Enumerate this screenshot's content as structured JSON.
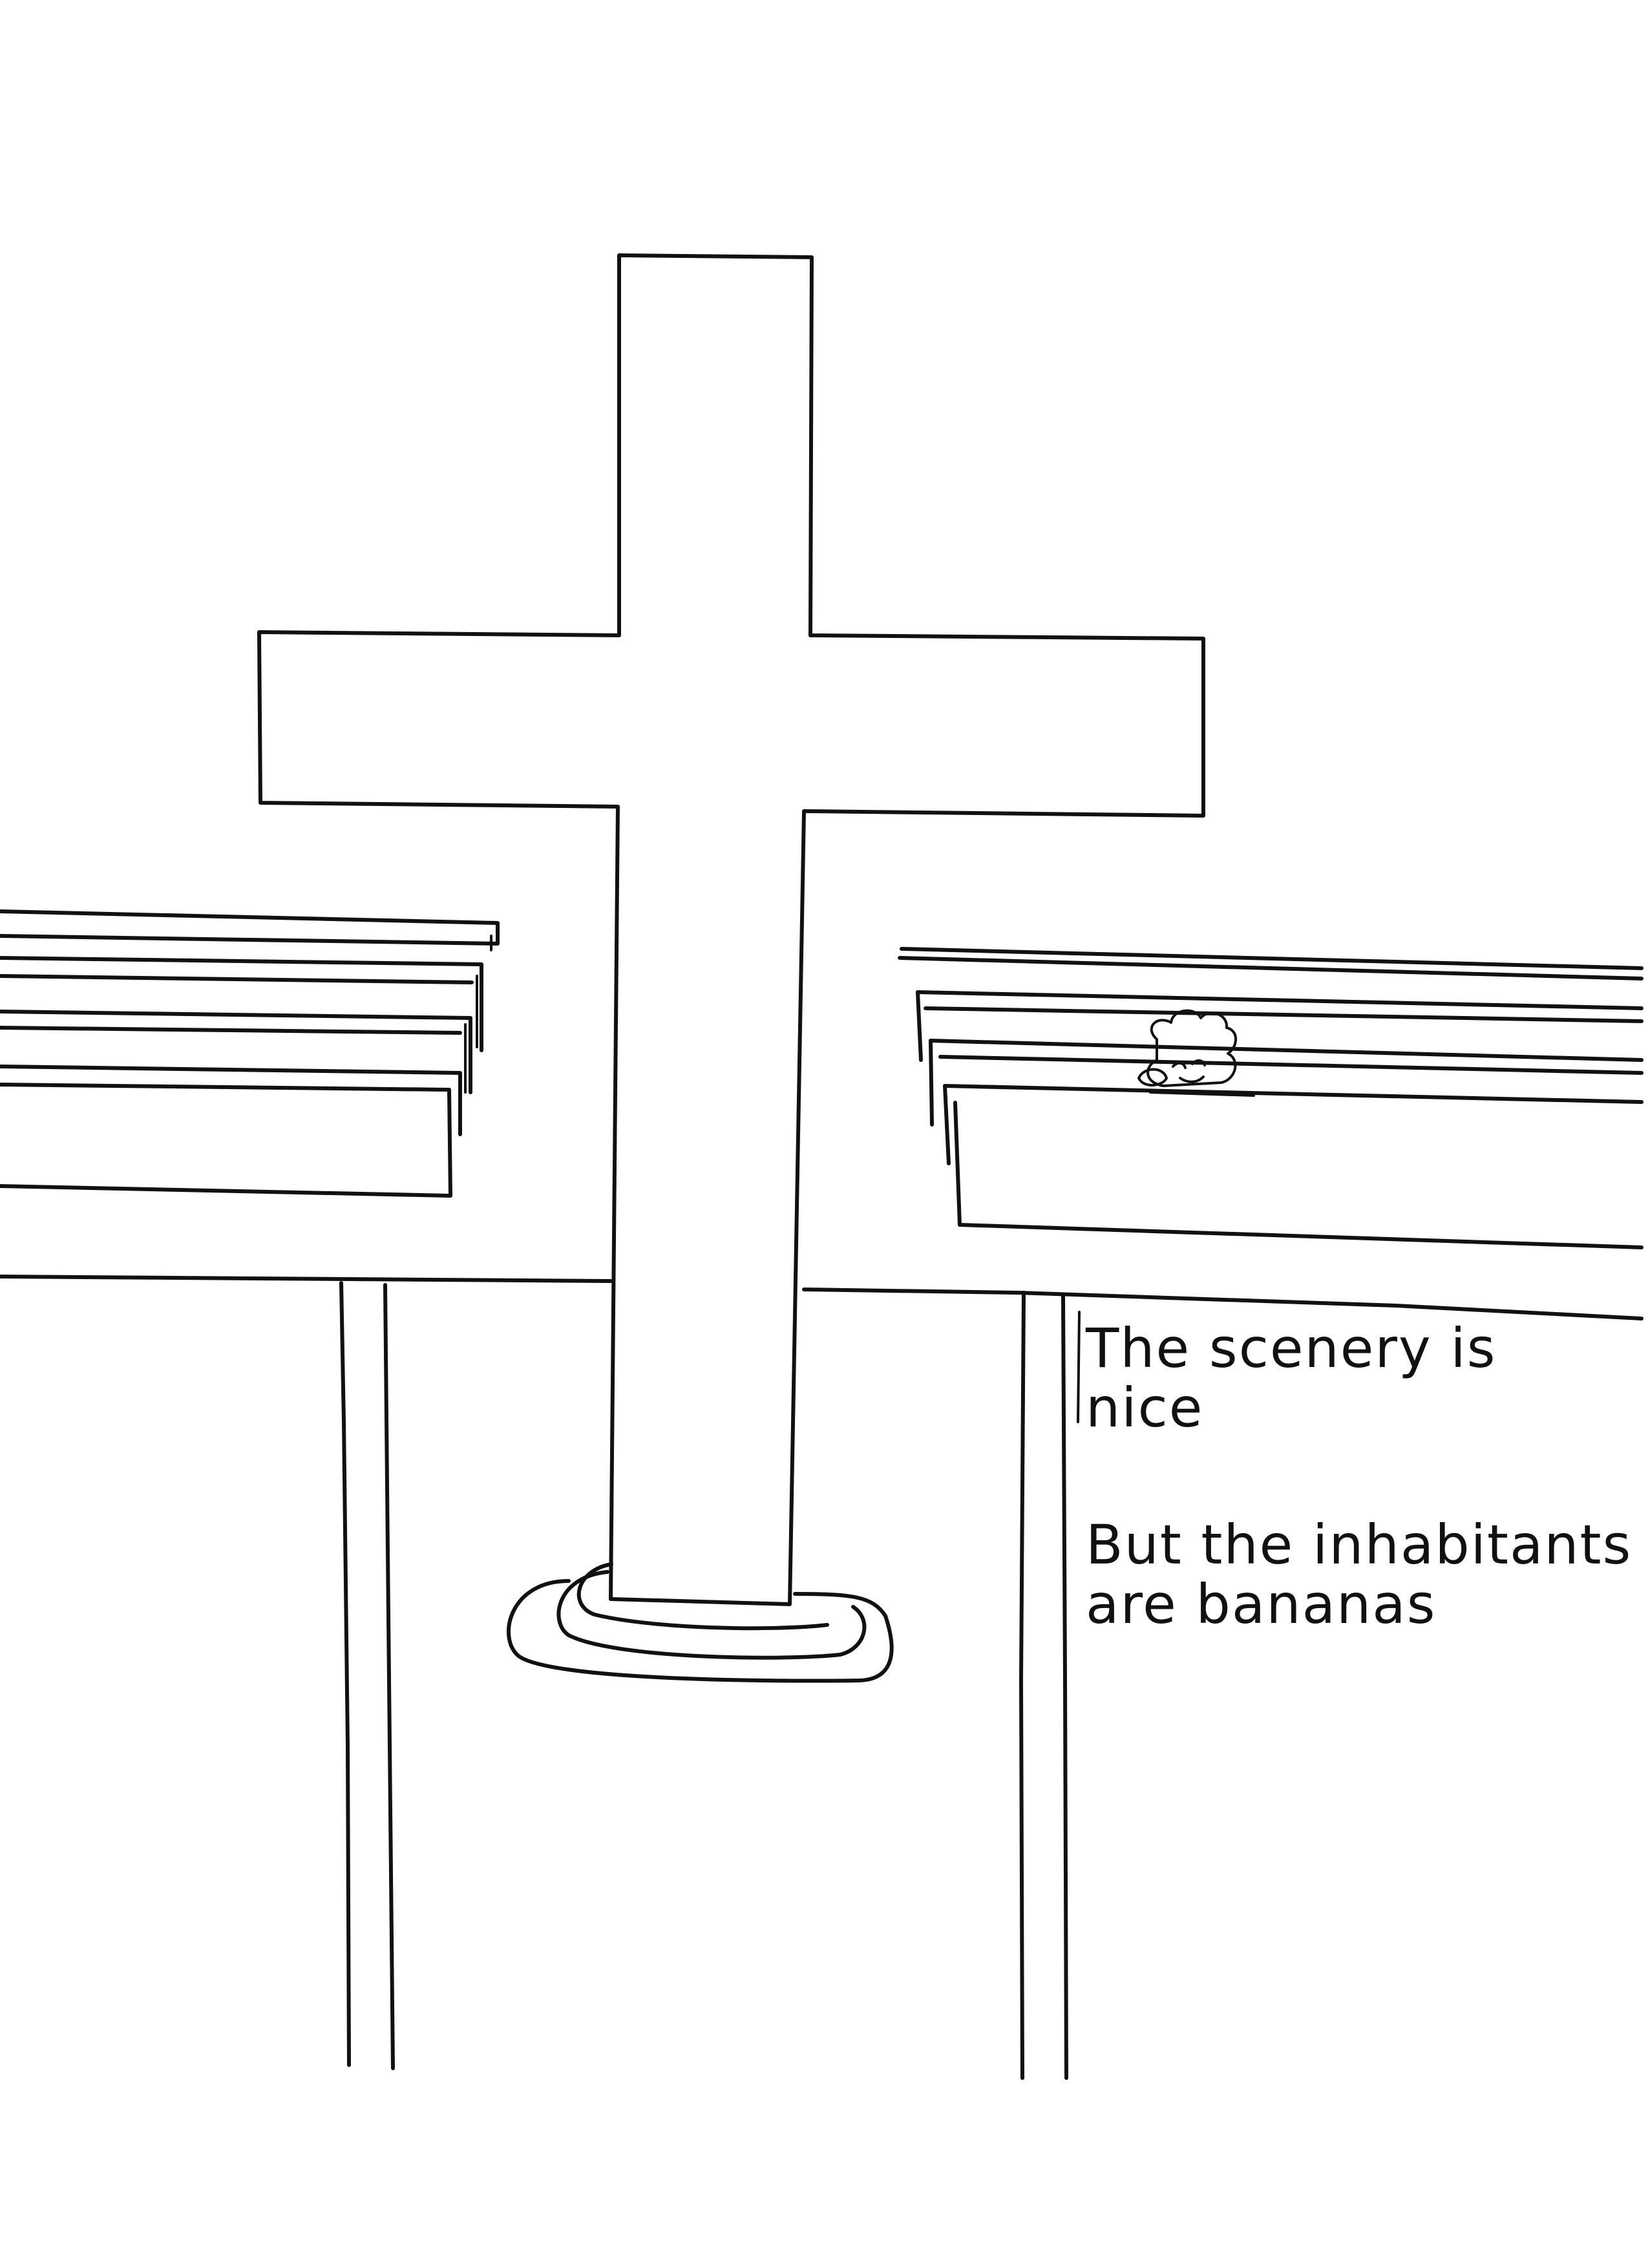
{
  "caption": {
    "line1": "The scenery is",
    "line2": "nice",
    "line3": "But the inhabitants",
    "line4": "are bananas"
  },
  "colors": {
    "ink": "#111111",
    "paper": "#ffffff"
  }
}
